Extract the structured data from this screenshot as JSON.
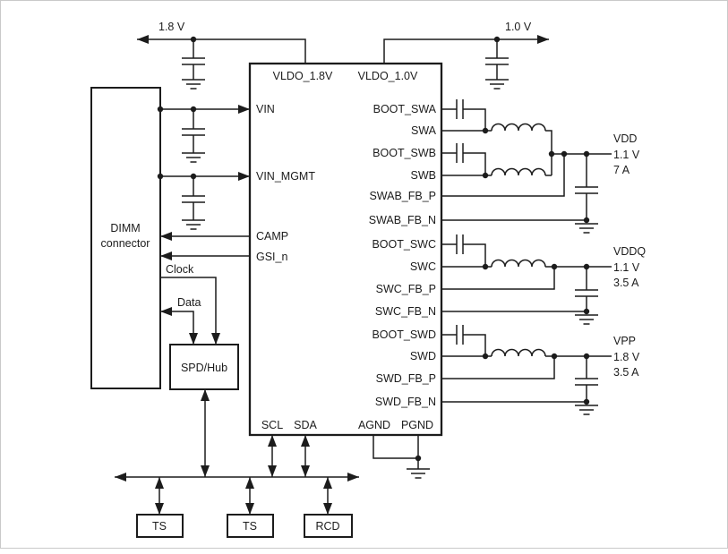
{
  "diagram": {
    "rails": {
      "v18": "1.8 V",
      "v10": "1.0 V"
    },
    "ic": {
      "top_pins": {
        "vldo18": "VLDO_1.8V",
        "vldo10": "VLDO_1.0V"
      },
      "left_pins": {
        "vin": "VIN",
        "vin_mgmt": "VIN_MGMT",
        "camp": "CAMP",
        "gsi_n": "GSI_n"
      },
      "right_pins": {
        "boot_swa": "BOOT_SWA",
        "swa": "SWA",
        "boot_swb": "BOOT_SWB",
        "swb": "SWB",
        "swab_fb_p": "SWAB_FB_P",
        "swab_fb_n": "SWAB_FB_N",
        "boot_swc": "BOOT_SWC",
        "swc": "SWC",
        "swc_fb_p": "SWC_FB_P",
        "swc_fb_n": "SWC_FB_N",
        "boot_swd": "BOOT_SWD",
        "swd": "SWD",
        "swd_fb_p": "SWD_FB_P",
        "swd_fb_n": "SWD_FB_N"
      },
      "bottom_pins": {
        "scl": "SCL",
        "sda": "SDA",
        "agnd": "AGND",
        "pgnd": "PGND"
      }
    },
    "blocks": {
      "dimm_line1": "DIMM",
      "dimm_line2": "connector",
      "spd": "SPD/Hub",
      "ts1": "TS",
      "ts2": "TS",
      "rcd": "RCD"
    },
    "signals": {
      "clock": "Clock",
      "data": "Data"
    },
    "outputs": {
      "vdd": {
        "name": "VDD",
        "voltage": "1.1 V",
        "current": "7 A"
      },
      "vddq": {
        "name": "VDDQ",
        "voltage": "1.1 V",
        "current": "3.5 A"
      },
      "vpp": {
        "name": "VPP",
        "voltage": "1.8 V",
        "current": "3.5 A"
      }
    },
    "colors": {
      "line": "#1c1c1c",
      "background": "#ffffff"
    }
  }
}
